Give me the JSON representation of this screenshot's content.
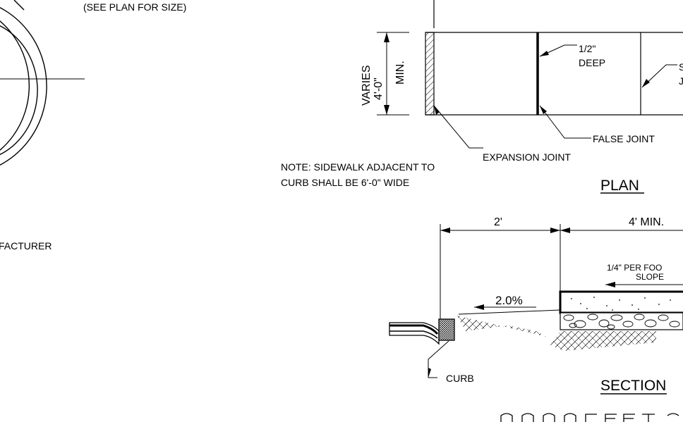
{
  "top_left": {
    "see_plan_note": "(SEE PLAN FOR SIZE)",
    "manufacturer_fragment": "FACTURER"
  },
  "plan": {
    "dim_varies": "VARIES",
    "dim_min_value": "4'-0\"",
    "dim_min_label": "MIN.",
    "depth_value": "1/2\"",
    "depth_label": "DEEP",
    "false_joint": "FALSE JOINT",
    "expansion_joint": "EXPANSION JOINT",
    "note_line1": "NOTE: SIDEWALK ADJACENT TO",
    "note_line2": "CURB SHALL BE 6'-0\" WIDE",
    "title": "PLAN",
    "right_fragment_1": "S",
    "right_fragment_2": "J"
  },
  "section": {
    "dim_left": "2'",
    "dim_right": "4' MIN.",
    "slope_rate": "1/4\" PER FOO",
    "slope_label": "SLOPE",
    "grade_slope": "2.0%",
    "curb_label": "CURB",
    "title": "SECTION"
  }
}
